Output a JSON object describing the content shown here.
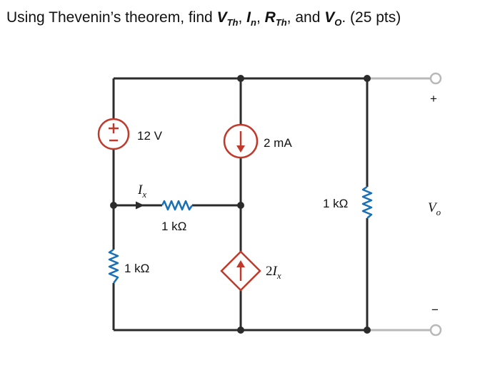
{
  "question": {
    "prefix": "Using Thevenin’s theorem, find ",
    "v_th": "V",
    "v_th_sub": "Th",
    "sep1": ", ",
    "i_n": "I",
    "i_n_sub": "n",
    "sep2": ", ",
    "r_th": "R",
    "r_th_sub": "Th",
    "sep3": ", and ",
    "v_o": "V",
    "v_o_sub": "O",
    "suffix": ". (25 pts)"
  },
  "circuit": {
    "voltage_source_label": "12 V",
    "current_source_label": "2 mA",
    "ix_label": "I",
    "ix_sub": "x",
    "middle_resistor_label": "1 kΩ",
    "left_resistor_label": "1 kΩ",
    "right_resistor_label": "1 kΩ",
    "dependent_source_label_coef": "2",
    "dependent_source_label_var": "I",
    "dependent_source_label_sub": "x",
    "output_label": "V",
    "output_sub": "o",
    "plus_sign": "+",
    "minus_sign": "−"
  },
  "colors": {
    "wire": "#2b2b2b",
    "source": "#c0392b",
    "resistor": "#1a6fb5",
    "terminal_lead": "#b8b8b8"
  }
}
